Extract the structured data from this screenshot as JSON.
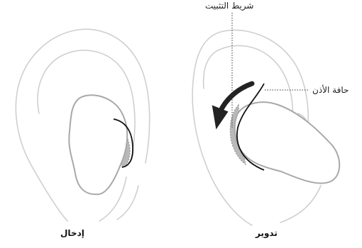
{
  "labels": {
    "fit_wing": "شريط التثبيت",
    "ear_rim": "حافة الأذن"
  },
  "captions": {
    "left": "إدخال",
    "right": "تدوير"
  }
}
